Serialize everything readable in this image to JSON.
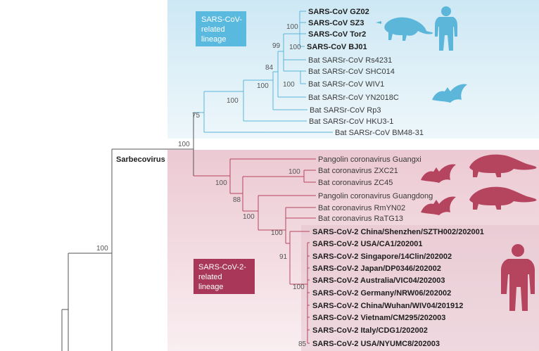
{
  "colors": {
    "blue_bg_top": "#cde8f4",
    "blue_bg_bottom": "#eef7fb",
    "pink_bg_top": "#ecc9d3",
    "pink_bg_bottom": "#f9eef1",
    "blue_branch": "#5cb6da",
    "pink_branch": "#b5455f",
    "black_branch": "#555555",
    "blue_box": "#5ab9de",
    "pink_box": "#a8375a",
    "blue_silhouette": "#5cb6da",
    "pink_silhouette": "#b5455f"
  },
  "clade_label": "Sarbecovirus",
  "sars_cov_box": [
    "SARS-CoV-",
    "related",
    "lineage"
  ],
  "sars_cov2_box": [
    "SARS-CoV-2-",
    "related",
    "lineage"
  ],
  "tips": {
    "gz02": "SARS-CoV GZ02",
    "sz3": "SARS-CoV SZ3",
    "tor2": "SARS-CoV Tor2",
    "bj01": "SARS-CoV BJ01",
    "rs4231": "Bat SARSr-CoV Rs4231",
    "shc014": "Bat SARSr-CoV SHC014",
    "wiv1": "Bat SARSr-CoV WIV1",
    "yn2018c": "Bat SARSr-CoV YN2018C",
    "rp3": "Bat SARSr-CoV Rp3",
    "hku3": "Bat SARSr-CoV HKU3-1",
    "bm48": "Bat SARSr-CoV BM48-31",
    "pang_gx": "Pangolin coronavirus Guangxi",
    "zxc21": "Bat coronavirus ZXC21",
    "zc45": "Bat coronavirus ZC45",
    "pang_gd": "Pangolin coronavirus Guangdong",
    "rmyn02": "Bat coronavirus RmYN02",
    "ratg13": "Bat coronavirus RaTG13",
    "c2_1": "SARS-CoV-2 China/Shenzhen/SZTH002/202001",
    "c2_2": "SARS-CoV-2 USA/CA1/202001",
    "c2_3": "SARS-CoV-2 Singapore/14Clin/202002",
    "c2_4": "SARS-CoV-2 Japan/DP0346/202002",
    "c2_5": "SARS-CoV-2 Australia/VIC04/202003",
    "c2_6": "SARS-CoV-2 Germany/NRW06/202002",
    "c2_7": "SARS-CoV-2 China/Wuhan/WIV04/201912",
    "c2_8": "SARS-CoV-2 Vietnam/CM295/202003",
    "c2_9": "SARS-CoV-2 Italy/CDG1/202002",
    "c2_10": "SARS-CoV-2 USA/NYUMC8/202003"
  },
  "bootstrap": {
    "human_sars": "100",
    "pair_bj01": "100",
    "n99": "99",
    "n84": "84",
    "pair_wiv1": "100",
    "bat_main": "100",
    "bat_rp3": "100",
    "n75": "75",
    "sarbeco": "100",
    "root": "100",
    "pink_main": "100",
    "zxc": "100",
    "n88": "88",
    "ratg": "100",
    "sars2_clade": "100",
    "n91": "91",
    "inner": "100",
    "n85": "85"
  }
}
